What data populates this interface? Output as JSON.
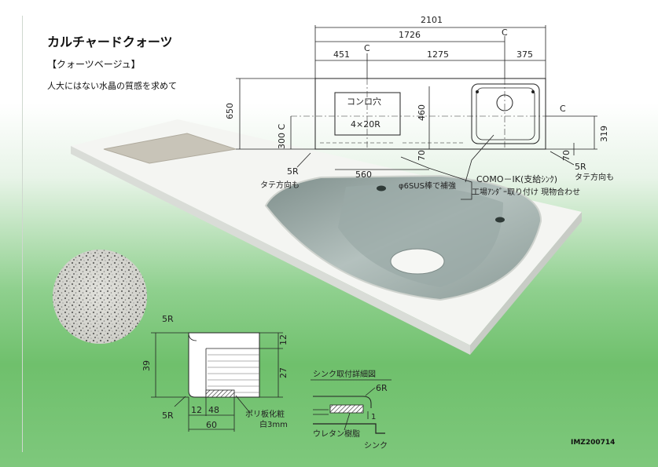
{
  "header": {
    "title": "カルチャードクォーツ",
    "subtitle": "【クォーツベージュ】",
    "tagline": "人大にはない水晶の質感を求めて"
  },
  "top_drawing": {
    "overall": "2101",
    "inner_span": "1726",
    "left_offset": "451",
    "center_span": "1275",
    "right_offset": "375",
    "center_mark": "C",
    "height_650": "650",
    "height_300c": "300 C",
    "cutout_label": "コンロ穴",
    "cutout_radius": "4×20R",
    "dim_460": "460",
    "dim_70_left": "70",
    "dim_560": "560",
    "dim_70_right": "70",
    "dim_319": "319",
    "right_center": "C",
    "radius_left": "5R",
    "radius_right": "5R",
    "note_left": "タテ方向も",
    "note_right": "タテ方向も",
    "sus_note": "φ6SUS棒で補強",
    "sink_model": "COMO－IK(支給ｼﾝｸ)",
    "sink_note": "工場ｱﾝﾀﾞｰ取り付け 現物合わせ"
  },
  "section_drawing": {
    "radius_top": "5R",
    "radius_bottom": "5R",
    "dim_39": "39",
    "dim_12_right": "12",
    "dim_27": "27",
    "dim_12_bottom": "12",
    "dim_48": "48",
    "dim_60": "60",
    "finish_note_1": "ポリ板化粧",
    "finish_note_2": "白3mm"
  },
  "detail_drawing": {
    "title": "シンク取付詳細図",
    "radius": "6R",
    "gap": "1",
    "resin_label": "ウレタン樹脂",
    "sink_label": "シンク"
  },
  "footer": {
    "code": "IMZ200714"
  },
  "colors": {
    "gradient_top": "#ffffff",
    "gradient_bottom": "#6fc06c",
    "counter": "#eef0ee",
    "sink": "#a9b6b3"
  }
}
